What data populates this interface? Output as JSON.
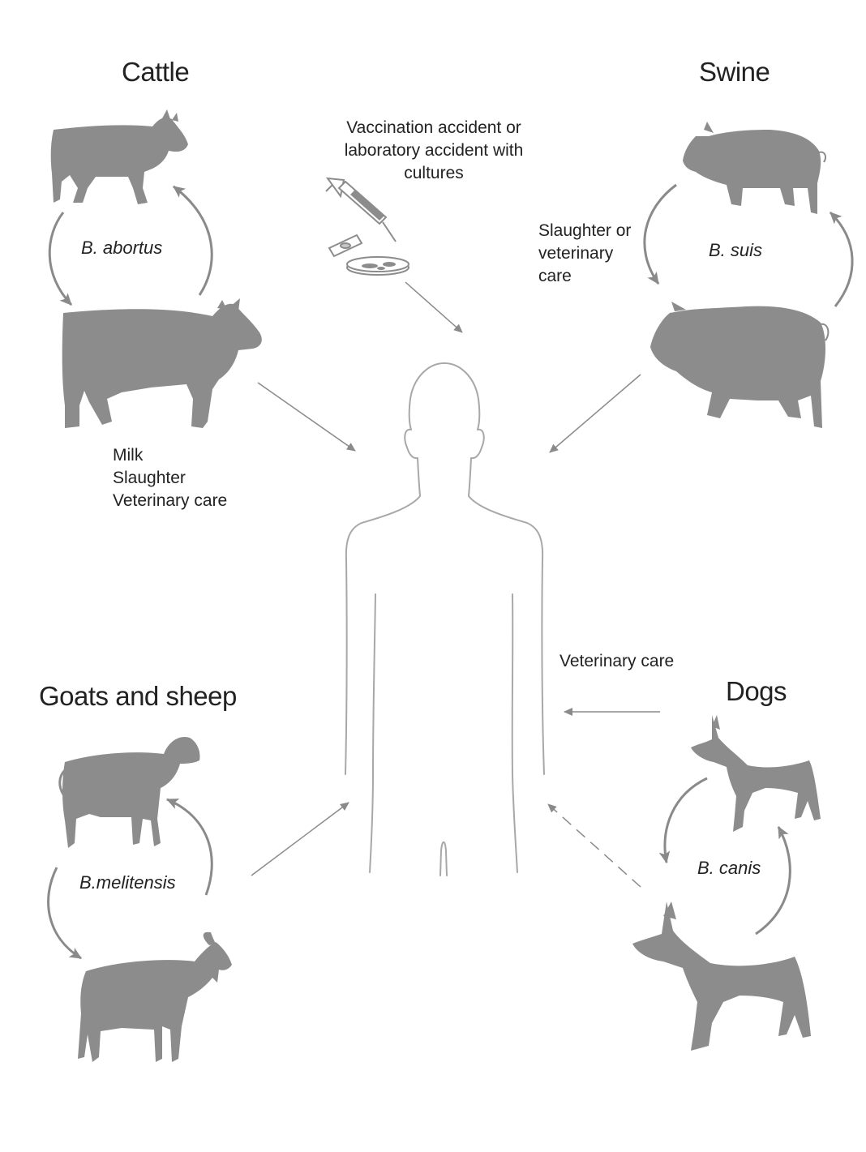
{
  "groups": {
    "cattle": {
      "title": "Cattle",
      "species": "B. abortus",
      "routes": [
        "Milk",
        "Slaughter",
        "Veterinary care"
      ]
    },
    "swine": {
      "title": "Swine",
      "species": "B. suis",
      "routes": [
        "Slaughter or",
        "veterinary",
        "care"
      ]
    },
    "goats_sheep": {
      "title": "Goats and sheep",
      "species": "B.melitensis"
    },
    "dogs": {
      "title": "Dogs",
      "species": "B. canis",
      "route": "Veterinary care"
    }
  },
  "laboratory": {
    "lines": [
      "Vaccination accident or",
      "laboratory accident with",
      "cultures"
    ]
  },
  "colors": {
    "silhouette": "#8c8c8c",
    "arrow": "#8a8a8a",
    "human_outline": "#a8a8a8",
    "text": "#222222"
  },
  "icons": [
    "cow-icon",
    "calf-icon",
    "pig-icon",
    "piglet-icon",
    "sheep-icon",
    "goat-icon",
    "dog-icon",
    "puppy-icon",
    "syringe-icon",
    "petri-dish-icon",
    "slide-icon",
    "human-outline-icon"
  ]
}
